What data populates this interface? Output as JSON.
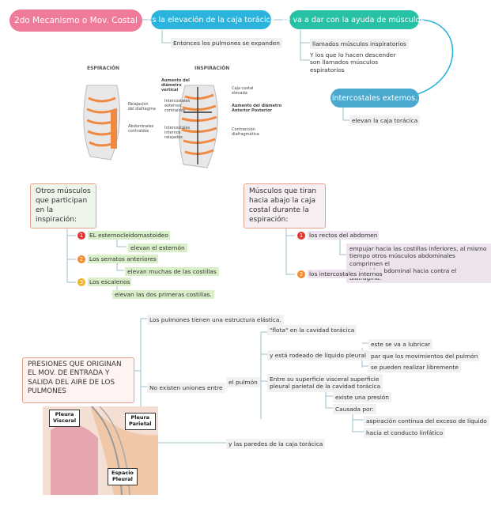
{
  "top": {
    "title": "2do Mecanismo o Mov. Costal",
    "elevation": "Es la elevación de la caja torácica",
    "lungs_expand": "Entonces los pulmones se expanden",
    "help": "se va a dar con la ayuda de músculos.",
    "inspiratory": "llamados músculos inspiratorios",
    "descend_1": "Y los que lo hacen descender",
    "descend_2": "son llamados músculos",
    "descend_3": "espiratorios",
    "intercostal": "intercostales externos.",
    "elevate_cage": "elevan la caja torácica"
  },
  "figure": {
    "exp_title": "ESPIRACIÓN",
    "insp_title": "INSPIRACIÓN",
    "relajacion": [
      "Relajación",
      "del diafragma"
    ],
    "abdominales": [
      "Abdominales",
      "contraídos"
    ],
    "aumento_vertical": [
      "Aumento del",
      "diámetro",
      "vertical"
    ],
    "intercostales_ext": [
      "Intercostales",
      "externos",
      "contraídos"
    ],
    "intercostales_int": [
      "Intercostales",
      "internos",
      "relajados"
    ],
    "caja_costal": [
      "Caja costal",
      "elevada"
    ],
    "aumento_ap": [
      "Aumento del diámetro",
      "Anterior Posterior"
    ],
    "contraccion": [
      "Contracción",
      "diafragmática"
    ]
  },
  "otros": {
    "box": [
      "Otros músculos",
      "que participan",
      "en la",
      "inspiración:"
    ],
    "items": [
      {
        "num": "1",
        "label": "EL esternocleidomastoideo",
        "desc": "elevan el esternón"
      },
      {
        "num": "2",
        "label": "Los serratos anteriores",
        "desc": "elevan muchas de las costillas"
      },
      {
        "num": "3",
        "label": "Los escalenos",
        "desc": "elevan las dos primeras costillas."
      }
    ]
  },
  "tiran": {
    "box": [
      "Músculos que tiran",
      "hacia abajo la caja",
      "costal durante la",
      "espiración:"
    ],
    "item1": "los rectos del abdomen",
    "item1_desc": [
      "empujar hacia las costillas inferiores, al mismo",
      "tiempo otros músculos abdominales comprimen el",
      "contenido abdominal hacia contra el diafragma."
    ],
    "item2": "los intercostales internos"
  },
  "presiones": {
    "box": [
      "PRESIONES QUE ORIGINAN",
      "EL MOV. DE ENTRADA Y",
      "SALIDA DEL AIRE DE LOS",
      "PULMONES"
    ],
    "elastic": "Los pulmones tienen una estructura elástica.",
    "no_unions": "No existen uniones entre",
    "pulmon": "el pulmón",
    "paredes": "y las paredes de la caja torácica",
    "flota": "\"flota\" en la cavidad torácica",
    "rodeado": "y está rodeado de líquido pleural",
    "lubricar": "este se va a lubricar",
    "movimientos": "par que los movimientos del pulmón",
    "libremente": "se pueden realizar libremente",
    "entre_1": "Entre su superficie visceral superficie",
    "entre_2": "pleural parietal de la cavidad torácica",
    "presion": "existe una presión",
    "causada": "Causada por:",
    "aspiracion": "aspiración continua del exceso de líquido",
    "linfatico": "hacia el conducto linfático"
  },
  "pleura": {
    "visceral": [
      "Pleura",
      "Visceral"
    ],
    "parietal": [
      "Pleura",
      "Parietal"
    ],
    "espacio": [
      "Espacio",
      "Pleural"
    ]
  },
  "colors": {
    "pink": "#ef7a9a",
    "blue": "#2ab3dc",
    "teal": "#27c2a6",
    "steel": "#49a9cf",
    "green": "#d9efc9"
  }
}
